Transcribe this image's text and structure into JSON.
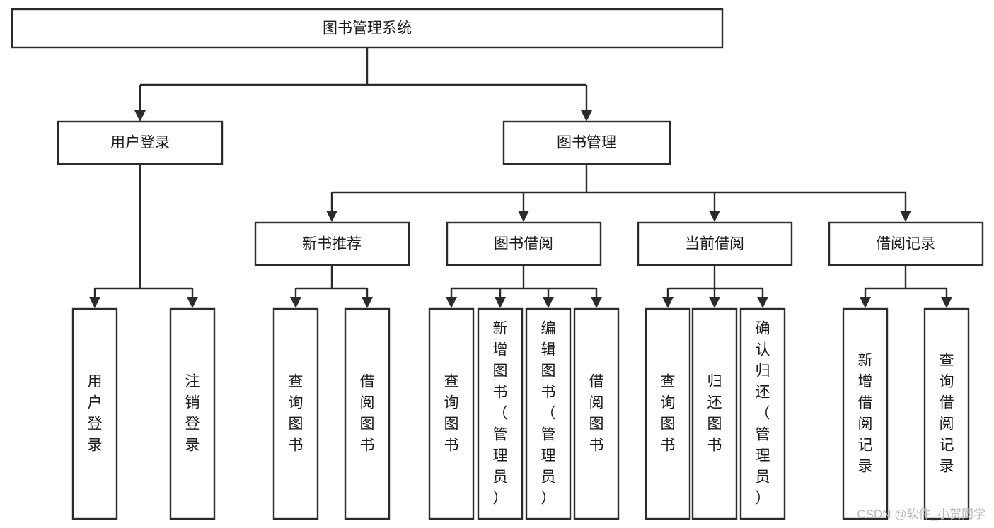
{
  "diagram": {
    "title": "图书管理系统",
    "type": "tree-hierarchy-chart",
    "watermark": "CSDN @软件_小贺同学",
    "root": {
      "id": "root",
      "label": "图书管理系统"
    },
    "level2": [
      {
        "id": "user-login",
        "label": "用户登录"
      },
      {
        "id": "book-manage",
        "label": "图书管理"
      }
    ],
    "level3": [
      {
        "id": "new-book-recommend",
        "label": "新书推荐",
        "parent": "book-manage"
      },
      {
        "id": "book-borrow",
        "label": "图书借阅",
        "parent": "book-manage"
      },
      {
        "id": "current-borrow",
        "label": "当前借阅",
        "parent": "book-manage"
      },
      {
        "id": "borrow-record",
        "label": "借阅记录",
        "parent": "book-manage"
      }
    ],
    "leaves": {
      "user-login": [
        {
          "id": "leaf-user-login",
          "label": "用户登录"
        },
        {
          "id": "leaf-user-logout",
          "label": "注销登录"
        }
      ],
      "new-book-recommend": [
        {
          "id": "leaf-query-book-1",
          "label": "查询图书"
        },
        {
          "id": "leaf-borrow-book-1",
          "label": "借阅图书"
        }
      ],
      "book-borrow": [
        {
          "id": "leaf-query-book-2",
          "label": "查询图书"
        },
        {
          "id": "leaf-add-book",
          "label": "新增图书（管理员）"
        },
        {
          "id": "leaf-edit-book",
          "label": "编辑图书（管理员）"
        },
        {
          "id": "leaf-borrow-book-2",
          "label": "借阅图书"
        }
      ],
      "current-borrow": [
        {
          "id": "leaf-query-book-3",
          "label": "查询图书"
        },
        {
          "id": "leaf-return-book",
          "label": "归还图书"
        },
        {
          "id": "leaf-confirm-return",
          "label": "确认归还（管理员）"
        }
      ],
      "borrow-record": [
        {
          "id": "leaf-add-borrow-record",
          "label": "新增借阅记录"
        },
        {
          "id": "leaf-query-borrow-record",
          "label": "查询借阅记录"
        }
      ]
    },
    "colors": {
      "box_fill": "#ffffff",
      "box_stroke": "#2b2b2b",
      "text": "#1c1c1c",
      "watermark": "#b9b9b9",
      "background": "#ffffff"
    }
  }
}
